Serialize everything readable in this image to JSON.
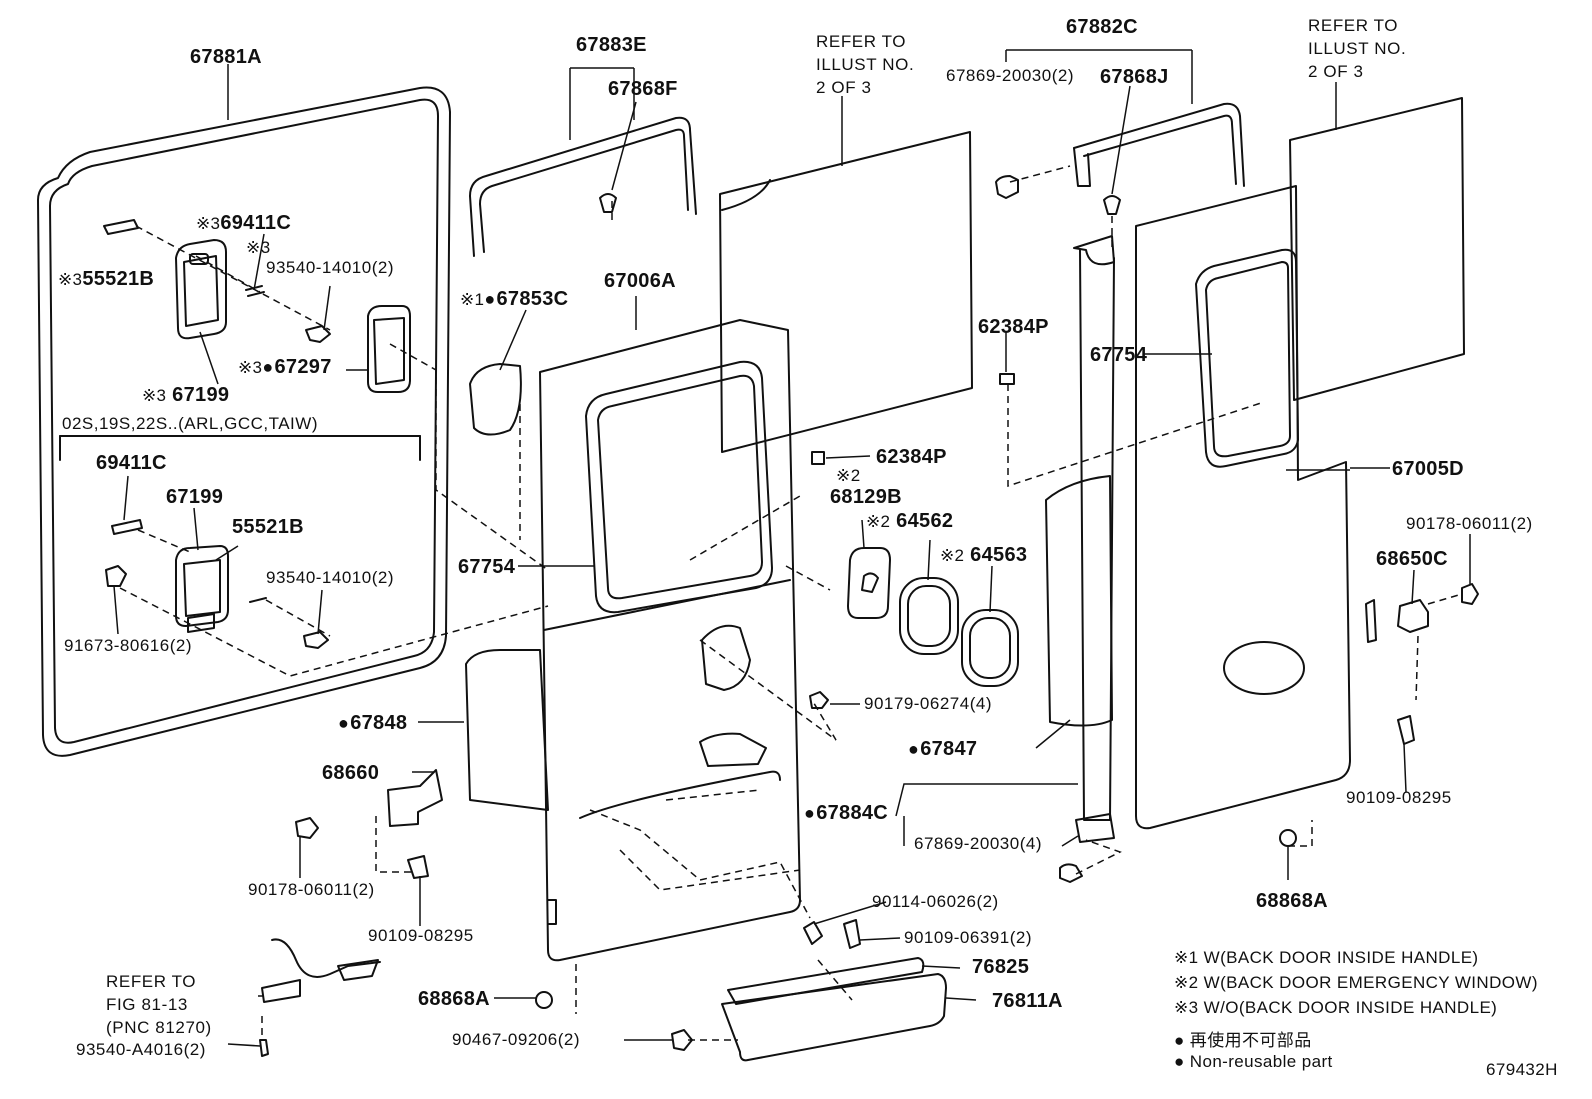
{
  "labels": {
    "p67881A": "67881A",
    "p67883E": "67883E",
    "p67868F": "67868F",
    "refer_2_of_3": "REFER TO\nILLUST NO.\n2 OF 3",
    "p67882C": "67882C",
    "p67869_2": "67869-20030(2)",
    "p67868J": "67868J",
    "mark1": "※1",
    "mark2": "※2",
    "mark3": "※3",
    "p69411C": "69411C",
    "p93540_14010": "93540-14010(2)",
    "p55521B": "55521B",
    "p67853C": "67853C",
    "p67006A": "67006A",
    "p67297": "67297",
    "p67199": "67199",
    "variant": "02S,19S,22S..(ARL,GCC,TAIW)",
    "p91673": "91673-80616(2)",
    "p67754": "67754",
    "p62384P": "62384P",
    "p68129B": "68129B",
    "p64562": "64562",
    "p64563": "64563",
    "p90179": "90179-06274(4)",
    "p67005D": "67005D",
    "p90178": "90178-06011(2)",
    "p68650C": "68650C",
    "p90109_08295": "90109-08295",
    "p67848": "67848",
    "p67847": "67847",
    "p68660": "68660",
    "p67884C": "67884C",
    "p67869_4": "67869-20030(4)",
    "p68868A": "68868A",
    "p90114": "90114-06026(2)",
    "p90109_06391": "90109-06391(2)",
    "p76825": "76825",
    "refer_fig": "REFER TO\nFIG 81-13\n(PNC 81270)",
    "p76811A": "76811A",
    "p90467": "90467-09206(2)",
    "p93540_A4016": "93540-A4016(2)",
    "illus_no": "679432H"
  },
  "legend": {
    "note1": "※1 W(BACK DOOR INSIDE HANDLE)",
    "note2": "※2 W(BACK DOOR EMERGENCY WINDOW)",
    "note3": "※3 W/O(BACK DOOR INSIDE HANDLE)",
    "nonreusable_jp": "再使用不可部品",
    "nonreusable_en": "Non-reusable part"
  }
}
